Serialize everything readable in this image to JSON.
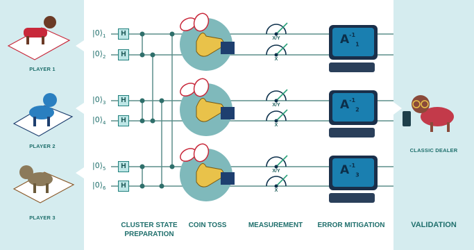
{
  "players": [
    {
      "label": "PLAYER 1",
      "color": "#c8283a"
    },
    {
      "label": "PLAYER 2",
      "color": "#2a7fc0"
    },
    {
      "label": "PLAYER 3",
      "color": "#8c7a5a"
    }
  ],
  "dealer": {
    "label": "CLASSIC DEALER"
  },
  "qubits": [
    {
      "ket": "|0⟩",
      "index": "1"
    },
    {
      "ket": "|0⟩",
      "index": "2"
    },
    {
      "ket": "|0⟩",
      "index": "3"
    },
    {
      "ket": "|0⟩",
      "index": "4"
    },
    {
      "ket": "|0⟩",
      "index": "5"
    },
    {
      "ket": "|0⟩",
      "index": "6"
    }
  ],
  "gate_label": "H",
  "measure_bases": [
    "X/Y",
    "X",
    "X/Y",
    "X",
    "X/Y",
    "X"
  ],
  "decoders": [
    {
      "base": "A",
      "sup": "-1",
      "sub": "1"
    },
    {
      "base": "A",
      "sup": "-1",
      "sub": "2"
    },
    {
      "base": "A",
      "sup": "-1",
      "sub": "3"
    }
  ],
  "sections": {
    "cluster": "CLUSTER STATE PREPARATION",
    "coin": "COIN TOSS",
    "measurement": "MEASUREMENT",
    "error": "ERROR MITIGATION",
    "validation": "VALIDATION"
  },
  "colors": {
    "panel": "#d5ecef",
    "wire": "#5b8e8a",
    "node": "#2f6f6b",
    "coin_disc": "#7fb9bb",
    "monitor": "#1a7fb0"
  }
}
